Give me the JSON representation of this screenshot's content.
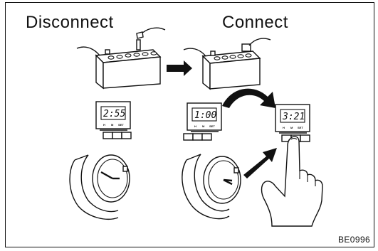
{
  "headings": {
    "disconnect": "Disconnect",
    "connect": "Connect"
  },
  "clocks": [
    {
      "time": "2:55",
      "buttons": [
        "H",
        "M",
        "SET"
      ]
    },
    {
      "time": "1:00",
      "buttons": [
        "H",
        "M",
        "SET"
      ]
    },
    {
      "time": "3:21",
      "buttons": [
        "H",
        "M",
        "SET"
      ]
    }
  ],
  "figure_code": "BE0996"
}
